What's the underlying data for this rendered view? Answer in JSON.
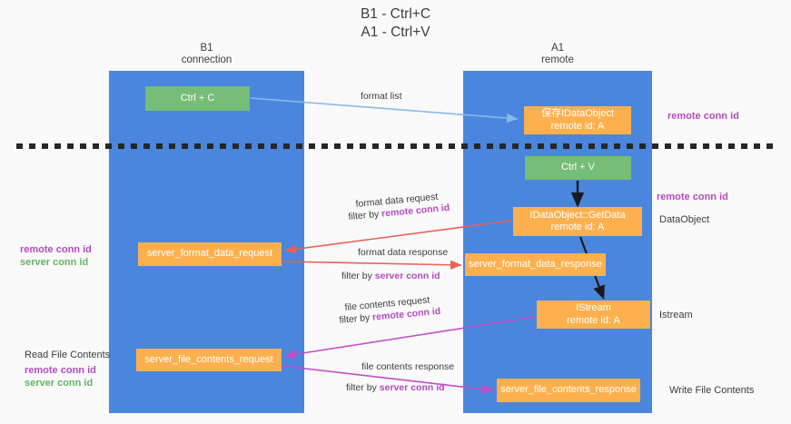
{
  "title": {
    "line1": "B1 - Ctrl+C",
    "line2": "A1 - Ctrl+V"
  },
  "lanes": [
    {
      "name": "b1",
      "title": "B1",
      "subtitle": "connection",
      "color": "#4a86dd"
    },
    {
      "name": "a1",
      "title": "A1",
      "subtitle": "remote",
      "color": "#4a86dd"
    }
  ],
  "colors": {
    "lane": "#4a86dd",
    "green_node": "#76bd78",
    "orange_node": "#fbb04d",
    "purple_text": "#b44ac0",
    "green_text": "#63b463",
    "blue_arrow": "#8ab9e8",
    "red_arrow": "#e8605a",
    "magenta_arrow": "#c44ec4",
    "black_arrow": "#1a1a1a",
    "background": "#f9f9f9"
  },
  "nodes": [
    {
      "id": "ctrl-c",
      "lane": "b1",
      "kind": "green",
      "line1": "Ctrl + C",
      "line2": ""
    },
    {
      "id": "save-idataobject",
      "lane": "a1",
      "kind": "orange",
      "line1": "保存IDataObject",
      "line2": "remote id: A"
    },
    {
      "id": "ctrl-v",
      "lane": "a1",
      "kind": "green",
      "line1": "Ctrl + V",
      "line2": ""
    },
    {
      "id": "idataobject-getdata",
      "lane": "a1",
      "kind": "orange",
      "line1": "IDataObject::GetData",
      "line2": "remote id: A"
    },
    {
      "id": "server-format-data-request",
      "lane": "b1",
      "kind": "orange",
      "line1": "server_format_data_request",
      "line2": ""
    },
    {
      "id": "server-format-data-response",
      "lane": "a1",
      "kind": "orange",
      "line1": "server_format_data_response",
      "line2": ""
    },
    {
      "id": "istream",
      "lane": "a1",
      "kind": "orange",
      "line1": "IStream",
      "line2": "remote id: A"
    },
    {
      "id": "server-file-contents-request",
      "lane": "b1",
      "kind": "orange",
      "line1": "server_file_contents_request",
      "line2": ""
    },
    {
      "id": "server-file-contents-response",
      "lane": "a1",
      "kind": "orange",
      "line1": "server_file_contents_response",
      "line2": ""
    }
  ],
  "right_annotations": [
    {
      "id": "remote-conn-id-top",
      "text": "remote conn id",
      "style": "purple"
    },
    {
      "id": "remote-conn-id-mid",
      "text": "remote conn id",
      "style": "purple"
    },
    {
      "id": "dataobject",
      "text": "DataObject",
      "style": "plain"
    },
    {
      "id": "istream-label",
      "text": "Istream",
      "style": "plain"
    },
    {
      "id": "write-file-contents",
      "text": "Write File Contents",
      "style": "plain"
    }
  ],
  "left_annotations": {
    "middle": {
      "remote": "remote conn id",
      "server": "server conn id"
    },
    "bottom": {
      "heading": "Read File Contents",
      "remote": "remote conn id",
      "server": "server conn id"
    }
  },
  "edge_labels": {
    "format_list": "format list",
    "format_data_request": "format data request",
    "format_data_request_filter_prefix": "filter by ",
    "format_data_request_filter_key": "remote conn id",
    "format_data_response": "format data response",
    "format_data_response_filter_prefix": "filter by ",
    "format_data_response_filter_key": "server conn id",
    "file_contents_request": "file contents request",
    "file_contents_request_filter_prefix": "filter by ",
    "file_contents_request_filter_key": "remote conn id",
    "file_contents_response": "file contents response",
    "file_contents_response_filter_prefix": "filter by ",
    "file_contents_response_filter_key": "server conn id"
  }
}
